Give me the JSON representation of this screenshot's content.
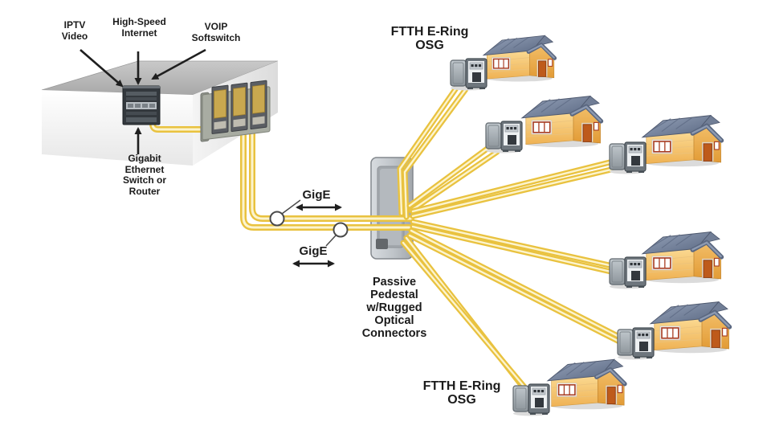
{
  "title": "FTTH E-Ring fiber network diagram",
  "labels": {
    "iptv_line1": "IPTV",
    "iptv_line2": "Video",
    "hsi_line1": "High-Speed",
    "hsi_line2": "Internet",
    "voip_line1": "VOIP",
    "voip_line2": "Softswitch",
    "switch_line1": "Gigabit",
    "switch_line2": "Ethernet",
    "switch_line3": "Switch or",
    "switch_line4": "Router",
    "gige1": "GigE",
    "gige2": "GigE",
    "pedestal_line1": "Passive",
    "pedestal_line2": "Pedestal",
    "pedestal_line3": "w/Rugged",
    "pedestal_line4": "Optical",
    "pedestal_line5": "Connectors",
    "ftth_top_line1": "FTTH E-Ring",
    "ftth_top_line2": "OSG",
    "ftth_bottom_line1": "FTTH E-Ring",
    "ftth_bottom_line2": "OSG"
  },
  "network": {
    "homes_count": 6,
    "osg_cabinets_count": 6,
    "gige_junctions_count": 2,
    "fiber_color": "#E9C23F",
    "fiber_core_color": "#FCF4CE",
    "text_color": "#1B1B1B",
    "roof_color": "#76839C",
    "wall_color": "#F5C87D",
    "pedestal_color": "#B9BEC3"
  },
  "icons": {
    "switch": "ethernet-switch-device",
    "chassis": "media-converter-chassis",
    "pedestal": "passive-pedestal",
    "osg": "osg-cabinet",
    "home": "house",
    "junction": "gige-junction-circle"
  }
}
